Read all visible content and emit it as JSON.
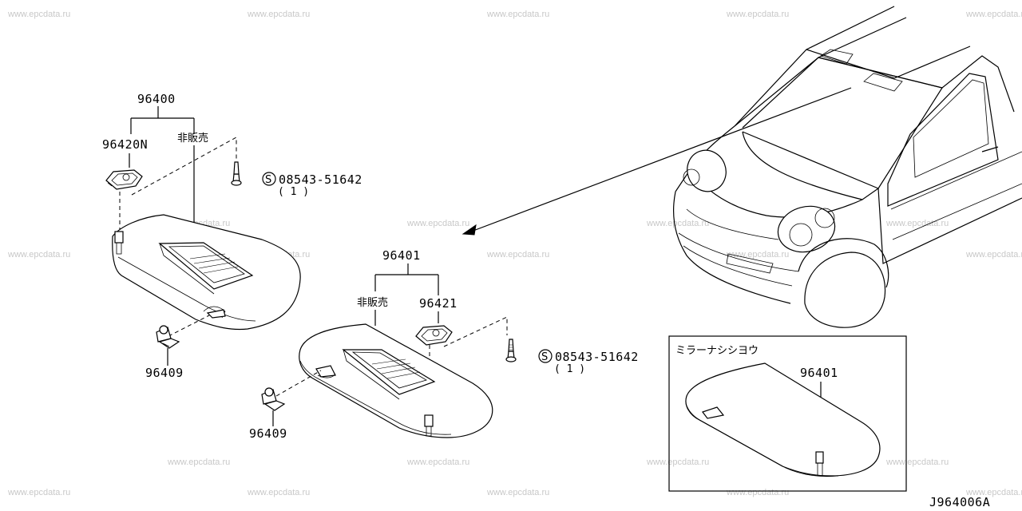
{
  "watermark": "www.epcdata.ru",
  "diagram_code": "J964006A",
  "labels": {
    "visor_lh": "96400",
    "visor_rh": "96401",
    "holder_lh": "96420N",
    "holder_rh": "96421",
    "not_sold_lh": "非販売",
    "not_sold_rh": "非販売",
    "clip_lh": "96409",
    "clip_rh": "96409",
    "screw_lh": "08543-51642",
    "screw_lh_qty": "( 1 )",
    "screw_rh": "08543-51642",
    "screw_rh_qty": "( 1 )",
    "screw_symbol": "S"
  },
  "inset": {
    "title": "ミラーナシシヨウ",
    "part": "96401"
  }
}
